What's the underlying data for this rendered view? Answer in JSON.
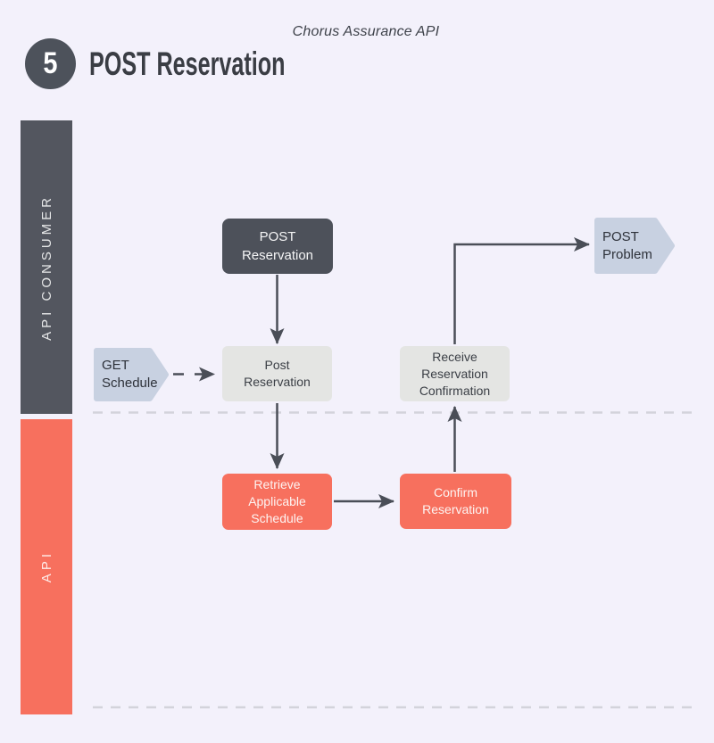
{
  "header": {
    "step_number": "5",
    "title": "POST Reservation",
    "subtitle": "Chorus Assurance API"
  },
  "lanes": [
    {
      "label": "API CONSUMER",
      "color": "#53565f"
    },
    {
      "label": "API",
      "color": "#f7705e"
    }
  ],
  "nodes": {
    "post_reservation_cmd": {
      "label": "POST\nReservation",
      "style": "dark"
    },
    "get_schedule": {
      "label": "GET\nSchedule",
      "style": "signal"
    },
    "post_reservation": {
      "label": "Post\nReservation",
      "style": "light"
    },
    "receive_confirmation": {
      "label": "Receive\nReservation\nConfirmation",
      "style": "light"
    },
    "post_problem": {
      "label": "POST\nProblem",
      "style": "signal"
    },
    "retrieve_schedule": {
      "label": "Retrieve\nApplicable\nSchedule",
      "style": "salmon"
    },
    "confirm_reservation": {
      "label": "Confirm\nReservation",
      "style": "salmon"
    }
  },
  "colors": {
    "background": "#f3f1fb",
    "dark": "#4d515a",
    "salmon": "#f7705e",
    "light_box": "#e4e5e3",
    "signal_blue": "#c8d1e1",
    "connector": "#4a4e57",
    "divider_dash": "#d3d3db"
  }
}
